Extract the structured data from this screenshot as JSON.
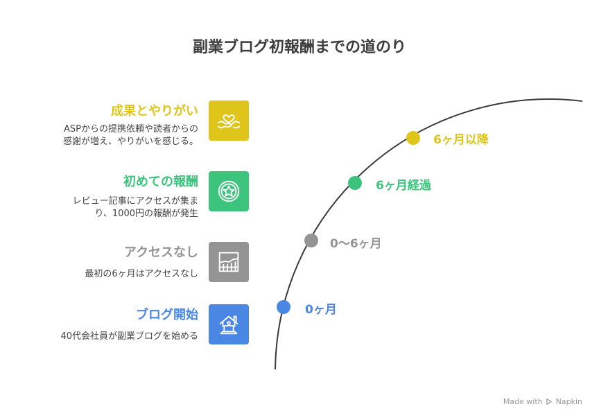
{
  "title": "副業ブログ初報酬までの道のり",
  "steps": [
    {
      "heading": "成果とやりがい",
      "desc": [
        "ASPからの提携依頼や読者からの",
        "感謝が増え、やりがいを感じる。"
      ],
      "color": "#dfc41a",
      "icon": "heart-handshake-icon"
    },
    {
      "heading": "初めての報酬",
      "desc": [
        "レビュー記事にアクセスが集ま",
        "り、1000円の報酬が発生"
      ],
      "color": "#3cc47c",
      "icon": "star-badge-icon"
    },
    {
      "heading": "アクセスなし",
      "desc": [
        "最初の6ヶ月はアクセスなし"
      ],
      "color": "#949494",
      "icon": "flat-chart-icon"
    },
    {
      "heading": "ブログ開始",
      "desc": [
        "40代会社員が副業ブログを始める"
      ],
      "color": "#4a86e4",
      "icon": "home-laptop-icon"
    }
  ],
  "timeline": [
    {
      "label": "6ヶ月以降",
      "color": "#dfc41a"
    },
    {
      "label": "6ヶ月経過",
      "color": "#3cc47c"
    },
    {
      "label": "0〜6ヶ月",
      "color": "#949494"
    },
    {
      "label": "0ヶ月",
      "color": "#4a86e4"
    }
  ],
  "credit": {
    "made_with": "Made with",
    "brand": "Napkin"
  }
}
